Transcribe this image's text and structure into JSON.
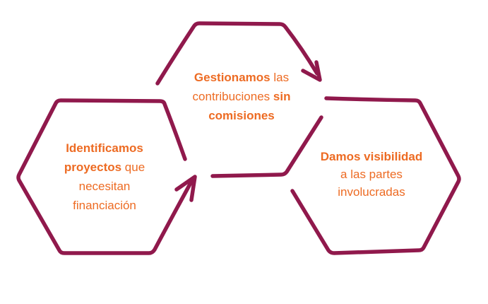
{
  "title": "Hexagon process flow diagram",
  "colors": {
    "outline": "#90194C",
    "text_orange": "#ED6B23",
    "background": "#FFFFFF"
  },
  "diagram": {
    "steps": [
      {
        "id": "identify-projects",
        "lines": {
          "l1": "Identificamos",
          "l2b": "proyectos",
          "l2r": " que",
          "l3": "necesitan",
          "l4": "financiación"
        }
      },
      {
        "id": "manage-contributions",
        "lines": {
          "l1b": "Gestionamos",
          "l1r": " las",
          "l2r": "contribuciones ",
          "l2b": "sin",
          "l3b": "comisiones"
        }
      },
      {
        "id": "give-visibility",
        "lines": {
          "l1b": "Damos visibilidad",
          "l2": "a las partes",
          "l3": "involucradas"
        }
      }
    ],
    "arrows": [
      {
        "name": "arrow-identify-to-manage",
        "direction": "up-right"
      },
      {
        "name": "arrow-manage-to-visibility",
        "direction": "down-right"
      }
    ]
  }
}
